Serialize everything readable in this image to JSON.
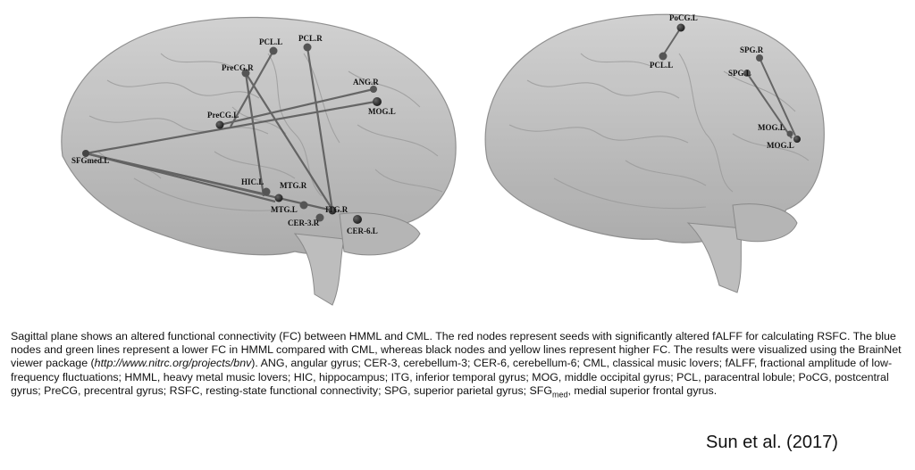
{
  "figure": {
    "left_brain": {
      "labels": {
        "pcl_l": "PCL.L",
        "pcl_r": "PCL.R",
        "precg_r": "PreCG.R",
        "ang_r": "ANG.R",
        "mog_l": "MOG.L",
        "precg_l": "PreCG.L",
        "sfgmed_l": "SFGmed.L",
        "hic_l": "HIC.L",
        "mtg_r": "MTG.R",
        "mtg_l": "MTG.L",
        "itg_r": "ITG.R",
        "cer3_r": "CER-3.R",
        "cer6_l": "CER-6.L"
      }
    },
    "right_brain": {
      "labels": {
        "pocg_l": "PoCG.L",
        "pcl_l": "PCL.L",
        "spg_r": "SPG.R",
        "spg_l": "SPG.L",
        "mog_l1": "MOG.L",
        "mog_l2": "MOG.L"
      }
    }
  },
  "caption": {
    "seg1": "Sagittal plane shows an altered functional connectivity (FC) between HMML and CML. The red nodes represent seeds with significantly altered fALFF for calculating RSFC. The blue nodes and green lines represent a lower FC in HMML compared with CML, whereas black nodes and yellow lines represent higher FC. The results were visualized using the BrainNet viewer package (",
    "url": "http://www.nitrc.org/projects/bnv",
    "seg2": "). ANG, angular gyrus; CER-3, cerebellum-3; CER-6, cerebellum-6; CML, classical music lovers; fALFF, fractional amplitude of low-frequency fluctuations; HMML, heavy metal music lovers; HIC, hippocampus; ITG, inferior temporal gyrus; MOG, middle occipital gyrus; PCL, paracentral lobule; PoCG, postcentral gyrus; PreCG, precentral gyrus; RSFC, resting-state functional connectivity; SPG, superior parietal gyrus; SFG",
    "sub": "med",
    "seg3": ", medial superior frontal gyrus."
  },
  "citation": "Sun et al. (2017)"
}
